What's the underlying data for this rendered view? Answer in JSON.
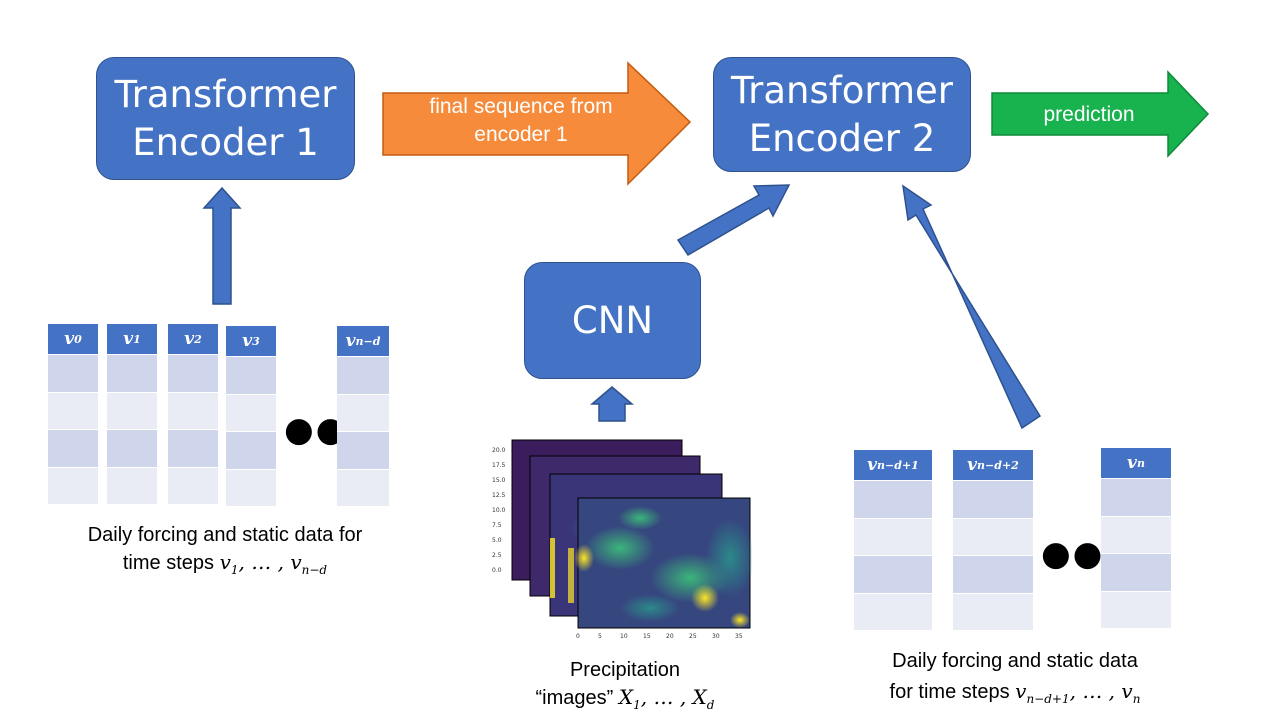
{
  "encoder1": {
    "line1": "Transformer",
    "line2": "Encoder 1"
  },
  "encoder2": {
    "line1": "Transformer",
    "line2": "Encoder 2"
  },
  "cnn": {
    "label": "CNN"
  },
  "arrow_final_sequence": {
    "line1": "final sequence from",
    "line2": "encoder 1"
  },
  "arrow_prediction": {
    "label": "prediction"
  },
  "left_vectors": {
    "headers": [
      {
        "base": "v",
        "sub": "0"
      },
      {
        "base": "v",
        "sub": "1"
      },
      {
        "base": "v",
        "sub": "2"
      },
      {
        "base": "v",
        "sub": "3"
      },
      {
        "base": "v",
        "sub": "n−d"
      }
    ],
    "ellipsis": "●●●"
  },
  "right_vectors": {
    "headers": [
      {
        "base": "v",
        "sub": "n−d+1"
      },
      {
        "base": "v",
        "sub": "n−d+2"
      },
      {
        "base": "v",
        "sub": "n"
      }
    ],
    "ellipsis": "●●●"
  },
  "left_caption": {
    "line1": "Daily forcing and static data for",
    "line2_text": "time steps ",
    "v": "v",
    "sub1": "1",
    "sep": ", … , ",
    "sub2": "n−d"
  },
  "right_caption": {
    "line1": "Daily forcing and static data",
    "line2_text": "for time steps ",
    "v": "v",
    "sub1": "n−d+1",
    "sep": ", … , ",
    "sub2": "n"
  },
  "precip_caption": {
    "line1": "Precipitation",
    "line2_text": "“images” ",
    "x": "X",
    "sub1": "1",
    "sep": ", … , ",
    "sub2": "d"
  },
  "heatmap_axes": {
    "y_ticks": [
      "20.0",
      "17.5",
      "15.0",
      "12.5",
      "10.0",
      "7.5",
      "5.0",
      "2.5",
      "0.0"
    ],
    "x_ticks": [
      "0",
      "5",
      "10",
      "15",
      "20",
      "25",
      "30",
      "35"
    ]
  },
  "colors": {
    "box_blue": "#4472c4",
    "orange_arrow": "#f58b3b",
    "green_arrow": "#18b34f",
    "cell_dark": "#cfd5ea",
    "cell_light": "#e9ebf5"
  }
}
